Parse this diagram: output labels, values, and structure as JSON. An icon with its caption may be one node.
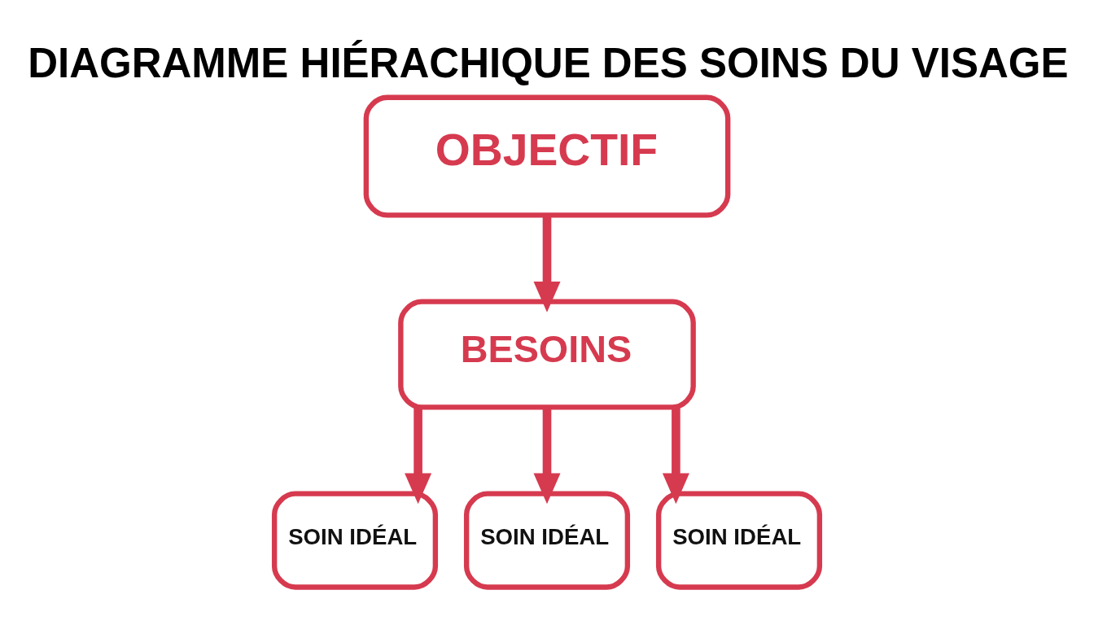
{
  "diagram": {
    "title": "DIAGRAMME HIÉRACHIQUE DES SOINS DU VISAGE",
    "nodes": [
      {
        "text": [
          "OBJECTIF"
        ]
      },
      {
        "text": [
          "BESOINS"
        ]
      },
      {
        "text": [
          "SOIN IDÉAL"
        ]
      },
      {
        "text": [
          "SOIN IDÉAL"
        ]
      },
      {
        "text": [
          "SOIN IDÉAL"
        ]
      }
    ],
    "edges": [
      {
        "from": 0,
        "to": 1,
        "arrow": "to"
      },
      {
        "from": 1,
        "to": 2,
        "arrow": "to"
      },
      {
        "from": 1,
        "to": 3,
        "arrow": "to"
      },
      {
        "from": 1,
        "to": 4,
        "arrow": "to"
      }
    ]
  }
}
